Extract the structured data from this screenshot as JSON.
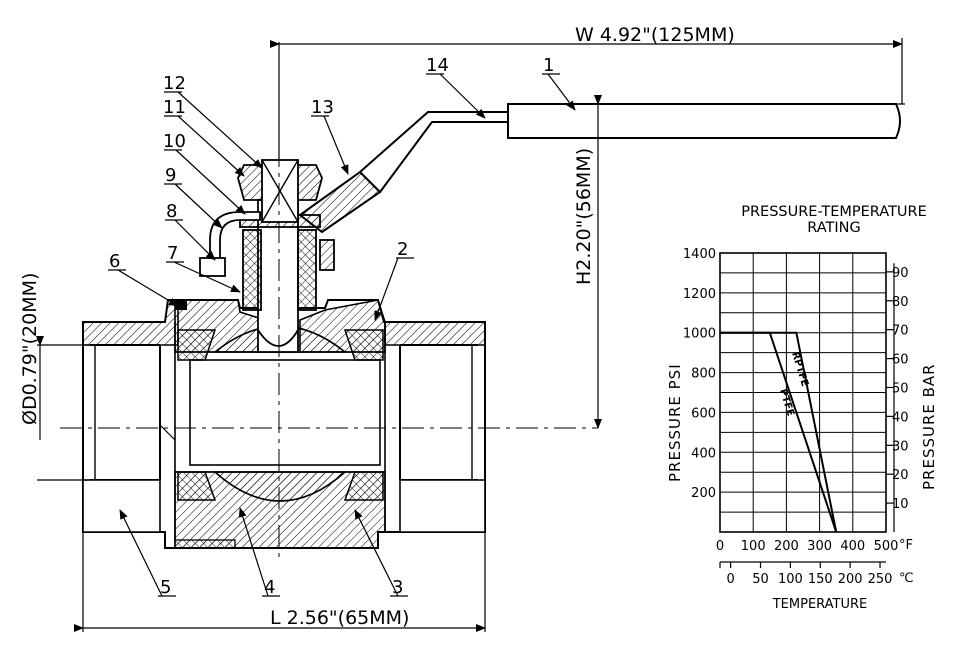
{
  "dimensions": {
    "width": "W 4.92\"(125MM)",
    "height": "H2.20\"(56MM)",
    "diameter": "ØD0.79\"(20MM)",
    "length": "L 2.56\"(65MM)"
  },
  "part_labels": [
    "1",
    "2",
    "3",
    "4",
    "5",
    "6",
    "7",
    "8",
    "9",
    "10",
    "11",
    "12",
    "13",
    "14"
  ],
  "chart": {
    "title_line1": "PRESSURE-TEMPERATURE",
    "title_line2": "RATING",
    "left_axis_label": "PRESSURE PSI",
    "right_axis_label": "PRESSURE BAR",
    "bottom_axis_label": "TEMPERATURE",
    "fahrenheit_unit": "°F",
    "celsius_unit": "℃",
    "psi_ticks": [
      "200",
      "400",
      "600",
      "800",
      "1000",
      "1200",
      "1400"
    ],
    "bar_ticks": [
      "10",
      "20",
      "30",
      "40",
      "50",
      "60",
      "70",
      "80",
      "90"
    ],
    "f_ticks": [
      "0",
      "100",
      "200",
      "300",
      "400",
      "500"
    ],
    "c_ticks": [
      "0",
      "50",
      "100",
      "150",
      "200",
      "250"
    ],
    "line_labels": [
      "RPTFE",
      "PTFE"
    ]
  },
  "chart_data": {
    "type": "line",
    "title": "PRESSURE-TEMPERATURE RATING",
    "xlabel": "TEMPERATURE",
    "ylabel": "PRESSURE PSI",
    "y2label": "PRESSURE BAR",
    "xunit": "°F",
    "xlim": [
      0,
      500
    ],
    "ylim": [
      0,
      1400
    ],
    "grid": true,
    "series": [
      {
        "name": "RPTFE",
        "x": [
          0,
          230,
          350
        ],
        "y": [
          1000,
          1000,
          0
        ]
      },
      {
        "name": "PTFE",
        "x": [
          0,
          150,
          350
        ],
        "y": [
          1000,
          1000,
          0
        ]
      }
    ]
  }
}
